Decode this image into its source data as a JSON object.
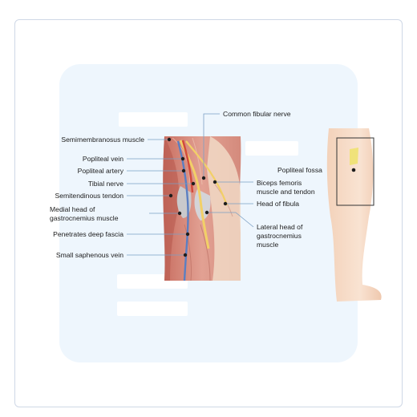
{
  "labels": {
    "common_fibular_nerve": "Common fibular nerve",
    "semimembranosus": "Semimembranosus muscle",
    "popliteal_vein": "Popliteal vein",
    "popliteal_artery": "Popliteal artery",
    "tibial_nerve": "Tibial nerve",
    "semitendinosus": "Semitendinous tendon",
    "medial_head_1": "Medial head of",
    "medial_head_2": "gastrocnemius muscle",
    "deep_fascia": "Penetrates deep fascia",
    "small_saphenous": "Small saphenous vein",
    "popliteal_fossa": "Popliteal fossa",
    "biceps_1": "Biceps femoris",
    "biceps_2": "muscle and tendon",
    "head_fibula": "Head of fibula",
    "lateral_head_1": "Lateral head of",
    "lateral_head_2": "gastrocnemius",
    "lateral_head_3": "muscle"
  },
  "colors": {
    "leader_line": "#7a9fc4",
    "vein": "#5b7fc2",
    "nerve": "#f2d067",
    "muscle": "#d98f80",
    "skin": "#f6d9c4"
  }
}
